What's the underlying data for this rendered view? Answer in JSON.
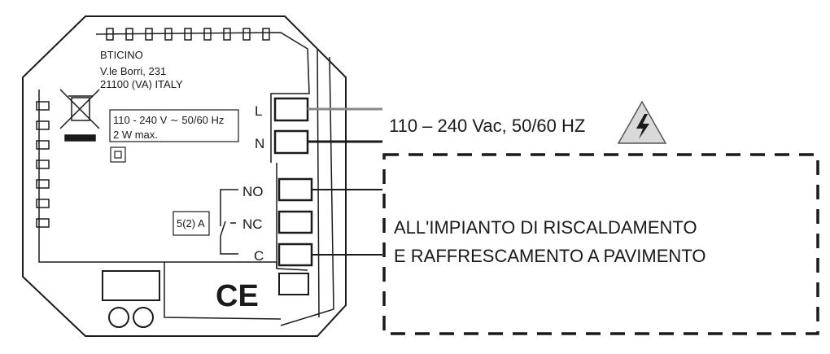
{
  "device": {
    "maker": "BTICINO",
    "address_line1": "V.le Borri, 231",
    "address_line2": "21100 (VA) ITALY",
    "rating_line1": "110 - 240 V ∼ 50/60 Hz",
    "rating_line2": "2 W max.",
    "relay_rating": "5(2) A",
    "terminals": [
      "L",
      "N",
      "NO",
      "NC",
      "C"
    ],
    "ce_mark": "CE"
  },
  "supply_label": "110 – 240 Vac, 50/60 HZ",
  "load_label_line1": "ALL'IMPIANTO DI RISCALDAMENTO",
  "load_label_line2": "E RAFFRESCAMENTO A PAVIMENTO",
  "colors": {
    "line": "#1a1a1a",
    "live_wire": "#888888",
    "warning_fill": "#d9d9d9"
  }
}
